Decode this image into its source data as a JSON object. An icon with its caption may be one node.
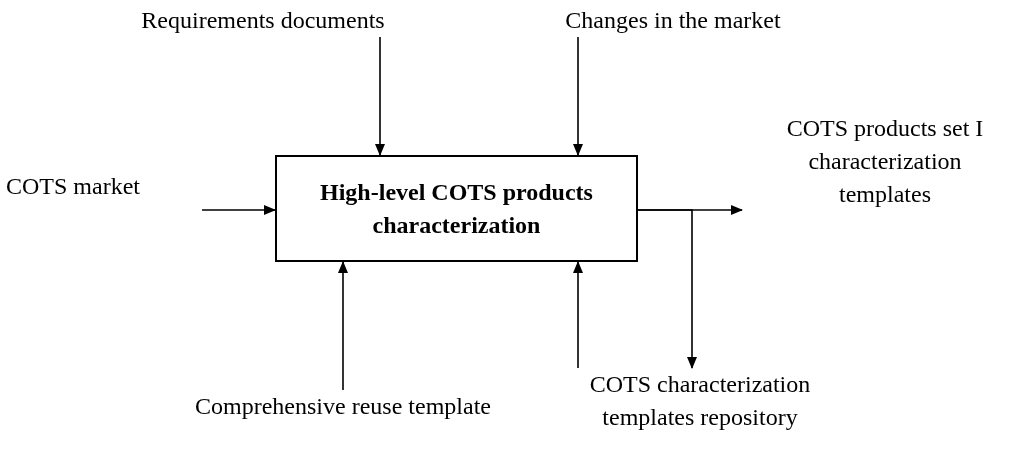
{
  "diagram": {
    "nodes": [
      {
        "text": [
          "Requirements documents"
        ]
      },
      {
        "text": [
          "Changes in the market"
        ]
      },
      {
        "text": [
          "COTS products set I characterization templates"
        ]
      },
      {
        "text": [
          "COTS market"
        ]
      },
      {
        "text": [
          "High-level COTS products characterization"
        ]
      },
      {
        "text": [
          "Comprehensive reuse template"
        ]
      },
      {
        "text": [
          "COTS characterization templates repository"
        ]
      }
    ],
    "edges": [
      {
        "from": 0,
        "to": 4,
        "arrow": "to"
      },
      {
        "from": 1,
        "to": 4,
        "arrow": "to"
      },
      {
        "from": 3,
        "to": 4,
        "arrow": "to"
      },
      {
        "from": 5,
        "to": 4,
        "arrow": "to"
      },
      {
        "from": 6,
        "to": 4,
        "arrow": "to"
      },
      {
        "from": 4,
        "to": 2,
        "arrow": "to"
      },
      {
        "from": 4,
        "to": 6,
        "arrow": "to"
      }
    ]
  }
}
